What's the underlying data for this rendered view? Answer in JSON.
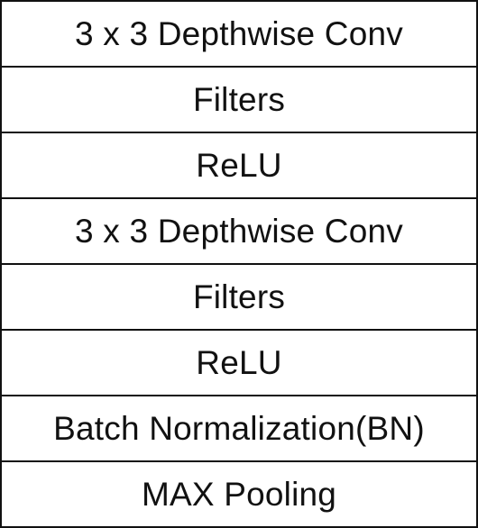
{
  "layers": [
    {
      "label": "3 x 3 Depthwise Conv"
    },
    {
      "label": "Filters"
    },
    {
      "label": "ReLU"
    },
    {
      "label": "3 x 3 Depthwise Conv"
    },
    {
      "label": "Filters"
    },
    {
      "label": "ReLU"
    },
    {
      "label": "Batch Normalization(BN)"
    },
    {
      "label": "MAX Pooling"
    }
  ]
}
